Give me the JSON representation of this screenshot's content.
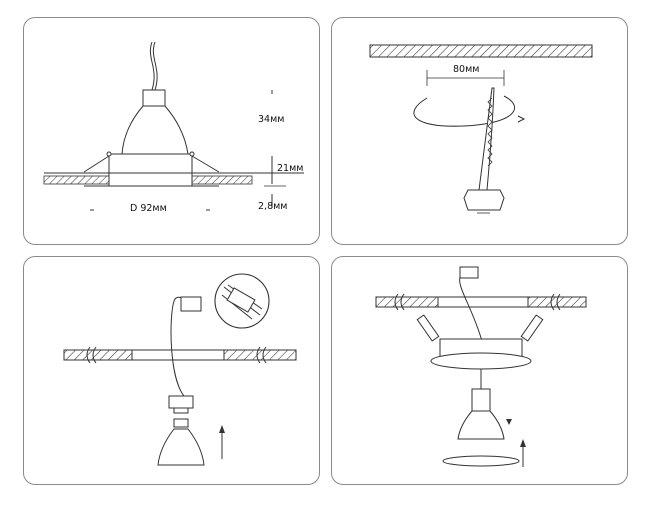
{
  "panels": [
    {
      "id": "step-1-dimensions",
      "labels": {
        "height_total": "34мм",
        "depth": "21мм",
        "flange": "2,8мм",
        "diameter": "D 92мм"
      }
    },
    {
      "id": "step-2-cut-hole",
      "labels": {
        "hole": "80мм"
      }
    },
    {
      "id": "step-3-wiring",
      "labels": {}
    },
    {
      "id": "step-4-install",
      "labels": {}
    }
  ]
}
